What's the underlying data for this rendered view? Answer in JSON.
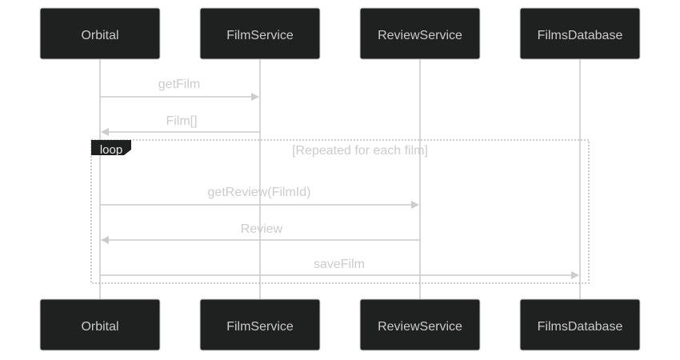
{
  "participants": {
    "top": [
      "Orbital",
      "FilmService",
      "ReviewService",
      "FilmsDatabase"
    ],
    "bottom": [
      "Orbital",
      "FilmService",
      "ReviewService",
      "FilmsDatabase"
    ]
  },
  "messages": {
    "get_film": "getFilm",
    "film_list": "Film[]",
    "get_review": "getReview(FilmId)",
    "review": "Review",
    "save_film": "saveFilm"
  },
  "loop": {
    "label": "loop",
    "condition": "[Repeated for each film]"
  },
  "colors": {
    "actor_fill": "#1f2020",
    "line": "#cccccc",
    "text": "#cccccc"
  }
}
